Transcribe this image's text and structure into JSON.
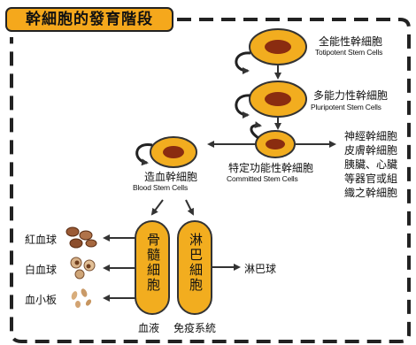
{
  "title": "幹細胞的發育階段",
  "stages": {
    "totipotent": {
      "zh": "全能性幹細胞",
      "en": "Totipotent Stem Cells"
    },
    "pluripotent": {
      "zh": "多能力性幹細胞",
      "en": "Pluripotent Stem Cells"
    },
    "committed": {
      "zh": "特定功能性幹細胞",
      "en": "Committed Stem Cells"
    },
    "blood": {
      "zh": "造血幹細胞",
      "en": "Blood Stem Cells"
    }
  },
  "other_tissues": [
    "神經幹細胞",
    "皮膚幹細胞",
    "胰臟、心臟",
    "等器官或組",
    "織之幹細胞"
  ],
  "bone_marrow": "骨髓細胞",
  "lymph": "淋巴細胞",
  "lymphocyte": "淋巴球",
  "blood_products": {
    "rbc": "紅血球",
    "wbc": "白血球",
    "platelet": "血小板"
  },
  "bottom_labels": {
    "blood": "血液",
    "immune": "免疫系統"
  },
  "colors": {
    "accent": "#f5a81c",
    "cell_fill": "#f2ad1f",
    "nucleus": "#8a2c10",
    "outline": "#222222"
  }
}
